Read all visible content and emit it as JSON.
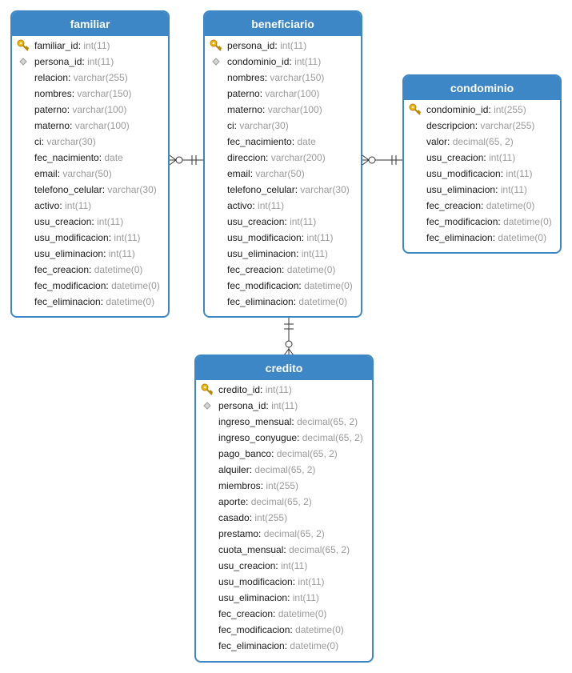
{
  "tables": {
    "familiar": {
      "name": "familiar",
      "fields": [
        {
          "name": "familiar_id",
          "type": "int(11)",
          "icon": "key-icon"
        },
        {
          "name": "persona_id",
          "type": "int(11)",
          "icon": "diamond-icon"
        },
        {
          "name": "relacion",
          "type": "varchar(255)",
          "icon": ""
        },
        {
          "name": "nombres",
          "type": "varchar(150)",
          "icon": ""
        },
        {
          "name": "paterno",
          "type": "varchar(100)",
          "icon": ""
        },
        {
          "name": "materno",
          "type": "varchar(100)",
          "icon": ""
        },
        {
          "name": "ci",
          "type": "varchar(30)",
          "icon": ""
        },
        {
          "name": "fec_nacimiento",
          "type": "date",
          "icon": ""
        },
        {
          "name": "email",
          "type": "varchar(50)",
          "icon": ""
        },
        {
          "name": "telefono_celular",
          "type": "varchar(30)",
          "icon": ""
        },
        {
          "name": "activo",
          "type": "int(11)",
          "icon": ""
        },
        {
          "name": "usu_creacion",
          "type": "int(11)",
          "icon": ""
        },
        {
          "name": "usu_modificacion",
          "type": "int(11)",
          "icon": ""
        },
        {
          "name": "usu_eliminacion",
          "type": "int(11)",
          "icon": ""
        },
        {
          "name": "fec_creacion",
          "type": "datetime(0)",
          "icon": ""
        },
        {
          "name": "fec_modificacion",
          "type": "datetime(0)",
          "icon": ""
        },
        {
          "name": "fec_eliminacion",
          "type": "datetime(0)",
          "icon": ""
        }
      ]
    },
    "beneficiario": {
      "name": "beneficiario",
      "fields": [
        {
          "name": "persona_id",
          "type": "int(11)",
          "icon": "key-icon"
        },
        {
          "name": "condominio_id",
          "type": "int(11)",
          "icon": "diamond-icon"
        },
        {
          "name": "nombres",
          "type": "varchar(150)",
          "icon": ""
        },
        {
          "name": "paterno",
          "type": "varchar(100)",
          "icon": ""
        },
        {
          "name": "materno",
          "type": "varchar(100)",
          "icon": ""
        },
        {
          "name": "ci",
          "type": "varchar(30)",
          "icon": ""
        },
        {
          "name": "fec_nacimiento",
          "type": "date",
          "icon": ""
        },
        {
          "name": "direccion",
          "type": "varchar(200)",
          "icon": ""
        },
        {
          "name": "email",
          "type": "varchar(50)",
          "icon": ""
        },
        {
          "name": "telefono_celular",
          "type": "varchar(30)",
          "icon": ""
        },
        {
          "name": "activo",
          "type": "int(11)",
          "icon": ""
        },
        {
          "name": "usu_creacion",
          "type": "int(11)",
          "icon": ""
        },
        {
          "name": "usu_modificacion",
          "type": "int(11)",
          "icon": ""
        },
        {
          "name": "usu_eliminacion",
          "type": "int(11)",
          "icon": ""
        },
        {
          "name": "fec_creacion",
          "type": "datetime(0)",
          "icon": ""
        },
        {
          "name": "fec_modificacion",
          "type": "datetime(0)",
          "icon": ""
        },
        {
          "name": "fec_eliminacion",
          "type": "datetime(0)",
          "icon": ""
        }
      ]
    },
    "condominio": {
      "name": "condominio",
      "fields": [
        {
          "name": "condominio_id",
          "type": "int(255)",
          "icon": "key-icon"
        },
        {
          "name": "descripcion",
          "type": "varchar(255)",
          "icon": ""
        },
        {
          "name": "valor",
          "type": "decimal(65, 2)",
          "icon": ""
        },
        {
          "name": "usu_creacion",
          "type": "int(11)",
          "icon": ""
        },
        {
          "name": "usu_modificacion",
          "type": "int(11)",
          "icon": ""
        },
        {
          "name": "usu_eliminacion",
          "type": "int(11)",
          "icon": ""
        },
        {
          "name": "fec_creacion",
          "type": "datetime(0)",
          "icon": ""
        },
        {
          "name": "fec_modificacion",
          "type": "datetime(0)",
          "icon": ""
        },
        {
          "name": "fec_eliminacion",
          "type": "datetime(0)",
          "icon": ""
        }
      ]
    },
    "credito": {
      "name": "credito",
      "fields": [
        {
          "name": "credito_id",
          "type": "int(11)",
          "icon": "key-icon"
        },
        {
          "name": "persona_id",
          "type": "int(11)",
          "icon": "diamond-icon"
        },
        {
          "name": "ingreso_mensual",
          "type": "decimal(65, 2)",
          "icon": ""
        },
        {
          "name": "ingreso_conyugue",
          "type": "decimal(65, 2)",
          "icon": ""
        },
        {
          "name": "pago_banco",
          "type": "decimal(65, 2)",
          "icon": ""
        },
        {
          "name": "alquiler",
          "type": "decimal(65, 2)",
          "icon": ""
        },
        {
          "name": "miembros",
          "type": "int(255)",
          "icon": ""
        },
        {
          "name": "aporte",
          "type": "decimal(65, 2)",
          "icon": ""
        },
        {
          "name": "casado",
          "type": "int(255)",
          "icon": ""
        },
        {
          "name": "prestamo",
          "type": "decimal(65, 2)",
          "icon": ""
        },
        {
          "name": "cuota_mensual",
          "type": "decimal(65, 2)",
          "icon": ""
        },
        {
          "name": "usu_creacion",
          "type": "int(11)",
          "icon": ""
        },
        {
          "name": "usu_modificacion",
          "type": "int(11)",
          "icon": ""
        },
        {
          "name": "usu_eliminacion",
          "type": "int(11)",
          "icon": ""
        },
        {
          "name": "fec_creacion",
          "type": "datetime(0)",
          "icon": ""
        },
        {
          "name": "fec_modificacion",
          "type": "datetime(0)",
          "icon": ""
        },
        {
          "name": "fec_eliminacion",
          "type": "datetime(0)",
          "icon": ""
        }
      ]
    }
  },
  "relationships": [
    {
      "from": "familiar",
      "to": "beneficiario",
      "from_end": "many",
      "to_end": "one"
    },
    {
      "from": "condominio",
      "to": "beneficiario",
      "from_end": "one",
      "to_end": "many"
    },
    {
      "from": "beneficiario",
      "to": "credito",
      "from_end": "one",
      "to_end": "many"
    }
  ],
  "colors": {
    "header": "#3d87c6",
    "border": "#3d87c6",
    "field_name": "#1a1a1a",
    "field_type": "#9a9a9a",
    "key": "#f0b400",
    "fk": "#c8c8c8",
    "connector": "#333333"
  }
}
